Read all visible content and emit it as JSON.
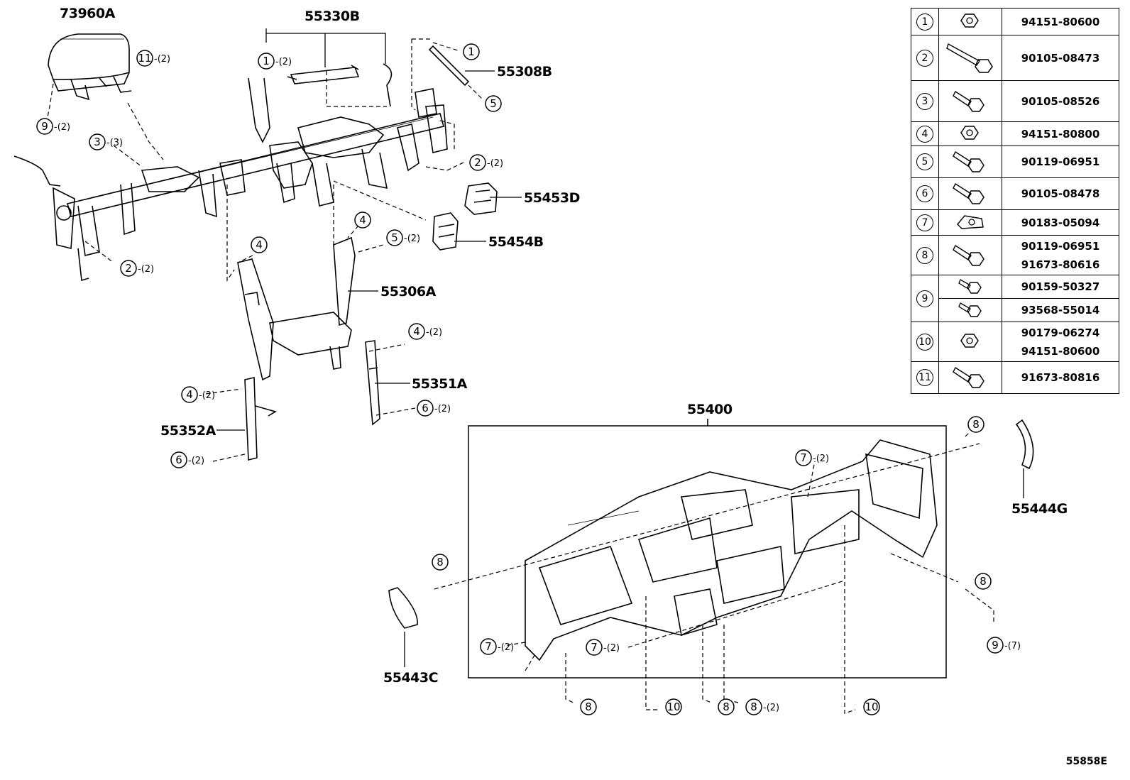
{
  "part_labels": {
    "p73960A": "73960A",
    "p55330B": "55330B",
    "p55308B": "55308B",
    "p55453D": "55453D",
    "p55454B": "55454B",
    "p55306A": "55306A",
    "p55351A": "55351A",
    "p55352A": "55352A",
    "p55400": "55400",
    "p55444G": "55444G",
    "p55443C": "55443C"
  },
  "callouts": {
    "c1": "1",
    "c2": "2",
    "c3": "3",
    "c4": "4",
    "c5": "5",
    "c6": "6",
    "c7": "7",
    "c8": "8",
    "c9": "9",
    "c10": "10",
    "c11": "11"
  },
  "quantities": {
    "q2": "-(2)",
    "q3": "-(3)",
    "q7": "-(7)"
  },
  "fastener_table": [
    {
      "key": "1",
      "parts": [
        "94151-80600"
      ],
      "icon": "nut-icon"
    },
    {
      "key": "2",
      "parts": [
        "90105-08473"
      ],
      "icon": "long-bolt-icon"
    },
    {
      "key": "3",
      "parts": [
        "90105-08526"
      ],
      "icon": "bolt-icon"
    },
    {
      "key": "4",
      "parts": [
        "94151-80800"
      ],
      "icon": "nut-icon"
    },
    {
      "key": "5",
      "parts": [
        "90119-06951"
      ],
      "icon": "bolt-icon"
    },
    {
      "key": "6",
      "parts": [
        "90105-08478"
      ],
      "icon": "bolt-icon"
    },
    {
      "key": "7",
      "parts": [
        "90183-05094"
      ],
      "icon": "clip-nut-icon"
    },
    {
      "key": "8",
      "parts": [
        "90119-06951",
        "91673-80616"
      ],
      "icon": "bolt-icon"
    },
    {
      "key": "9",
      "parts": [
        "90159-50327"
      ],
      "icon": "screw-icon"
    },
    {
      "key": "9b",
      "parts": [
        "93568-55014"
      ],
      "icon": "screw-icon"
    },
    {
      "key": "10",
      "parts": [
        "90179-06274",
        "94151-80600"
      ],
      "icon": "nut-icon"
    },
    {
      "key": "11",
      "parts": [
        "91673-80816"
      ],
      "icon": "bolt-icon"
    }
  ],
  "reference_code": "55858E"
}
